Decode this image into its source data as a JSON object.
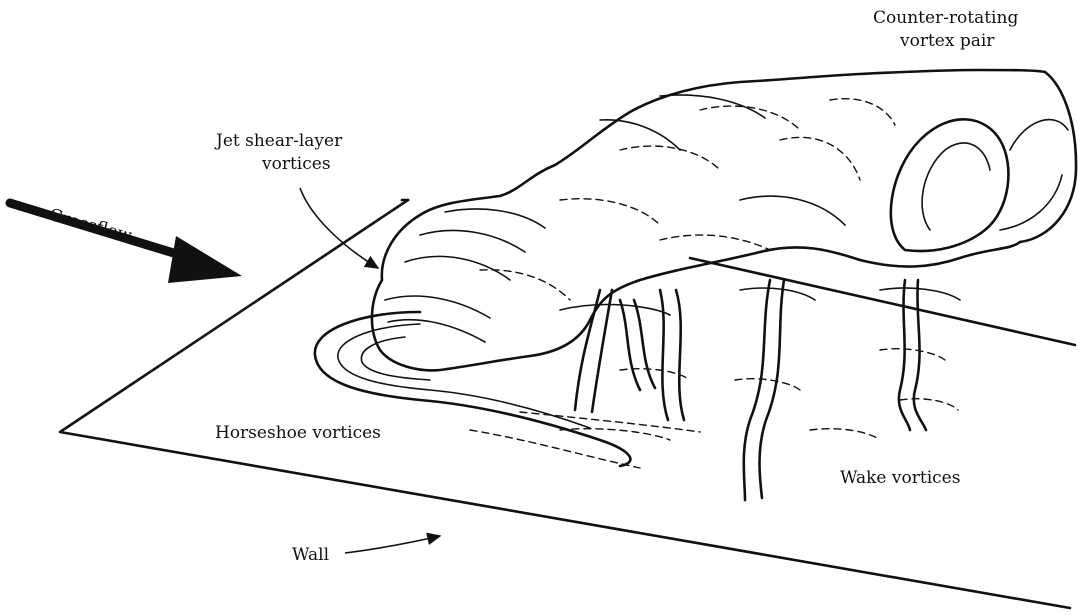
{
  "diagram": {
    "labels": {
      "counter_rotating_line1": "Counter-rotating",
      "counter_rotating_line2": "vortex pair",
      "jet_shear_line1": "Jet shear-layer",
      "jet_shear_line2": "vortices",
      "crossflow": "Crossflow",
      "horseshoe": "Horseshoe vortices",
      "wake": "Wake vortices",
      "wall": "Wall"
    }
  }
}
